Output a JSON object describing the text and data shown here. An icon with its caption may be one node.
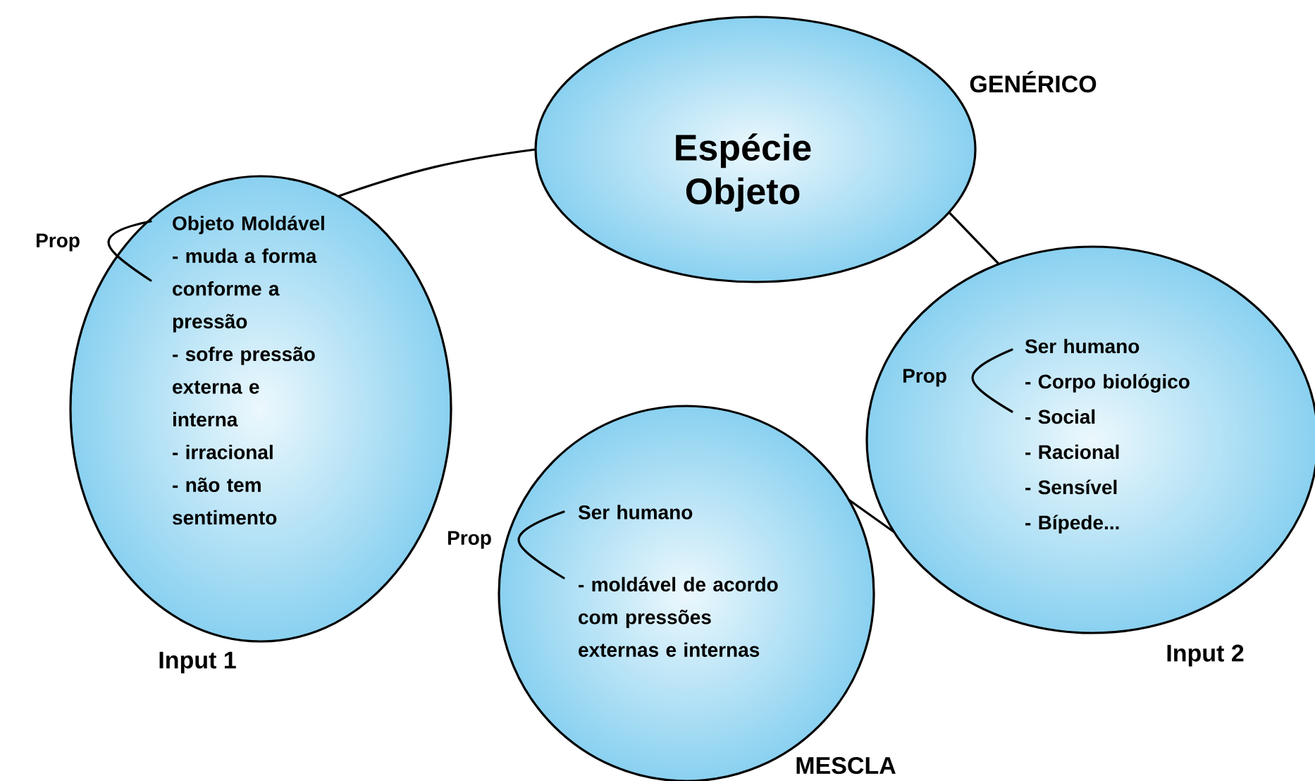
{
  "diagram": {
    "nodes": [
      {
        "text": [
          "Espécie Objeto"
        ],
        "beside": [
          "GENÉRICO"
        ]
      },
      {
        "text": [
          "Objeto Moldável",
          "- muda a forma conforme a pressão",
          "- sofre pressão externa e interna",
          "- irracional",
          "- não tem sentimento"
        ],
        "beside": [
          "Prop",
          "Input 1"
        ]
      },
      {
        "text": [
          "Prop",
          "Ser humano",
          "- Corpo biológico",
          "- Social",
          "- Racional",
          "- Sensível",
          "- Bípede..."
        ],
        "beside": [
          "Input 2"
        ]
      },
      {
        "text": [
          "Ser humano",
          "- moldável de acordo com pressões externas e internas"
        ],
        "beside": [
          "Prop",
          "MESCLA"
        ]
      }
    ],
    "edges": [
      {
        "from": 1,
        "to": 0,
        "arrow": "none"
      },
      {
        "from": 0,
        "to": 2,
        "arrow": "none"
      },
      {
        "from": 2,
        "to": 3,
        "arrow": "none"
      }
    ]
  }
}
